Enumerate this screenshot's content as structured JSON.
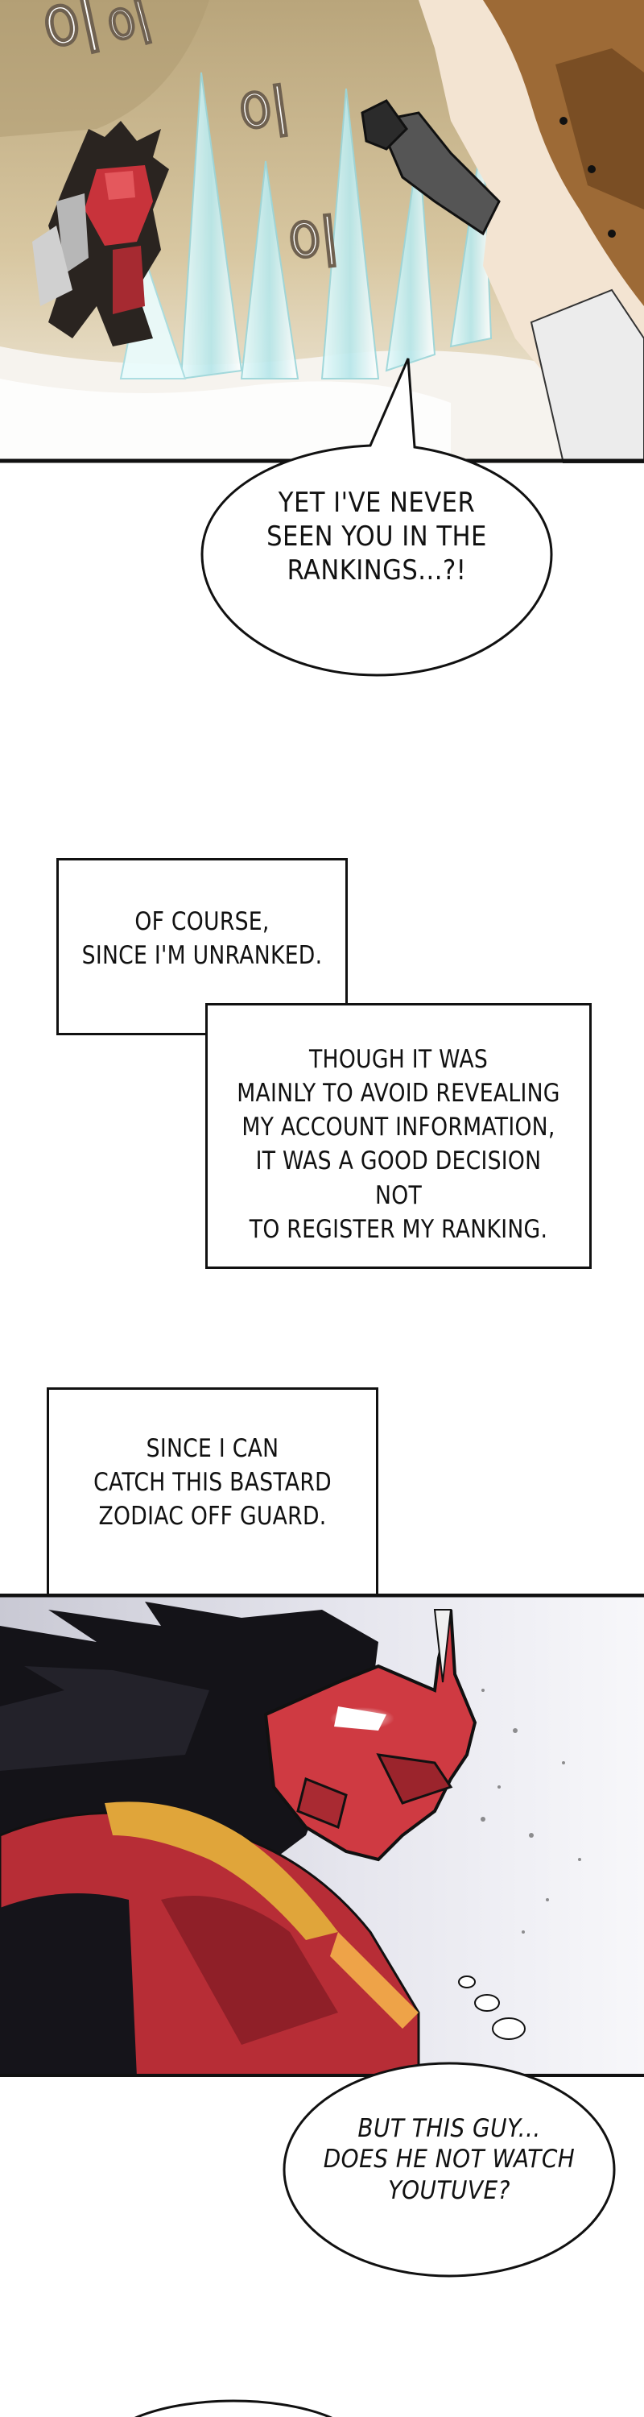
{
  "panel1": {
    "sfx": [
      "이",
      "이",
      "이",
      "이"
    ]
  },
  "bubble1": {
    "lines": [
      "YET I'VE NEVER",
      "SEEN YOU IN THE",
      "RANKINGS...?!"
    ]
  },
  "caption1": {
    "lines": [
      "OF COURSE,",
      "SINCE I'M UNRANKED."
    ]
  },
  "caption2": {
    "lines": [
      "THOUGH IT WAS",
      "MAINLY TO AVOID REVEALING",
      "MY ACCOUNT INFORMATION,",
      "IT WAS A GOOD DECISION NOT",
      "TO REGISTER MY RANKING."
    ]
  },
  "caption3": {
    "lines": [
      "SINCE I CAN",
      "CATCH THIS BASTARD",
      "ZODIAC OFF GUARD."
    ]
  },
  "bubble2": {
    "lines": [
      "BUT THIS GUY...",
      "DOES HE NOT WATCH",
      "YOUTUVE?"
    ]
  },
  "colors": {
    "armor_red": "#c8333b",
    "outline": "#111111",
    "light_beam": "#d8f4f6",
    "dust_tan": "#c9b58c"
  }
}
